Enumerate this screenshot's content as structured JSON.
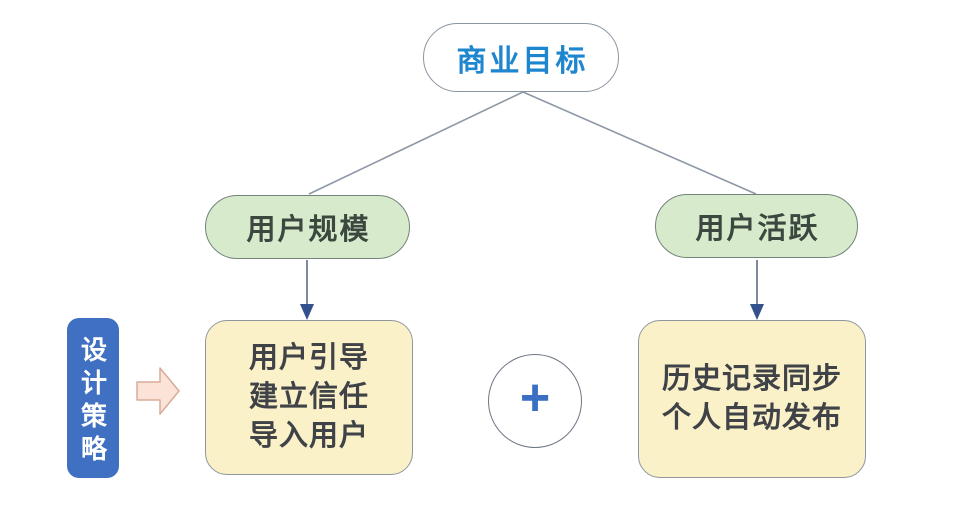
{
  "diagram": {
    "root": {
      "label": "商业目标"
    },
    "branches": [
      {
        "label": "用户规模"
      },
      {
        "label": "用户活跃"
      }
    ],
    "boxes": [
      {
        "lines": [
          "用户引导",
          "建立信任",
          "导入用户"
        ]
      },
      {
        "lines": [
          "历史记录同步",
          "个人自动发布"
        ]
      }
    ],
    "side_label": {
      "label": "设计策略"
    },
    "plus_symbol": "+"
  },
  "colors": {
    "root_text": "#1e86cf",
    "root_fill": "#ffffff",
    "branch_fill": "#d7ebcc",
    "branch_text": "#3c473f",
    "box_fill": "#fbf1c9",
    "box_text": "#3f4347",
    "side_rect_fill": "#4070c1",
    "side_rect_text": "#ffffff",
    "strategy_arrow_fill": "#fce3d7",
    "strategy_arrow_border": "#d9ab99",
    "edge_line": "#8e98a5",
    "edge_arrowhead": "#33518c",
    "plus": "#3a6fc4",
    "background": "#ffffff"
  }
}
